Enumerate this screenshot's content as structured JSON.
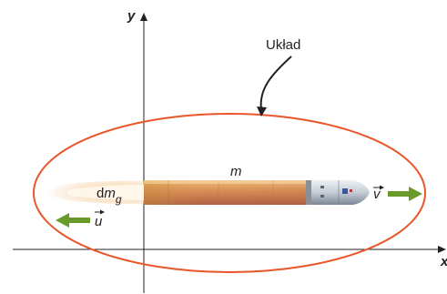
{
  "labels": {
    "y_axis": "y",
    "x_axis": "x",
    "system": "Układ",
    "mass": "m",
    "fuel_mass": {
      "prefix": "d",
      "symbol": "m",
      "subscript": "g"
    },
    "velocity": "v",
    "exhaust_velocity": "u"
  },
  "colors": {
    "system_boundary": "#e8562a",
    "arrow_green": "#6a9a2a",
    "axis": "#231f20"
  },
  "icons": [
    "rocket-illustration",
    "exhaust-plume",
    "velocity-arrow",
    "exhaust-velocity-arrow"
  ]
}
